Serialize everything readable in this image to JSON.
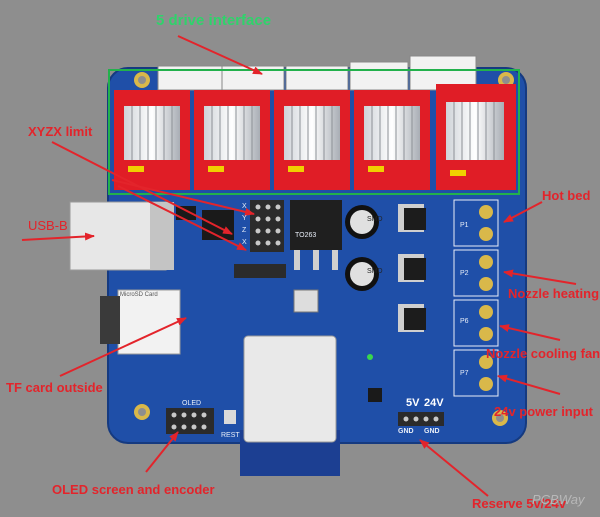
{
  "labels": {
    "drive_interface": "5 drive interface",
    "xyzx_limit": "XYZX limit",
    "usb_b": "USB-B",
    "tf_card": "TF card outside",
    "oled_encoder": "OLED screen and encoder",
    "hot_bed": "Hot bed",
    "nozzle_heating": "Nozzle heating",
    "nozzle_cooling_fan": "Nozzle cooling fan",
    "power_input": "24v power input",
    "reserve": "Reserve 5v/24v"
  },
  "board_text": {
    "v5": "5V",
    "v24": "24V",
    "gnd_left": "GND",
    "gnd_right": "GND",
    "oled": "OLED",
    "rest": "REST",
    "to263": "TO263",
    "smd1": "SMD",
    "smd2": "SMD",
    "p1": "P1",
    "p2": "P2",
    "p6": "P6",
    "p7": "P7",
    "x": "X",
    "y": "Y",
    "z": "Z",
    "x2": "X",
    "micro_sd": "MicroSD Card"
  },
  "watermark": "PCBWay",
  "colors": {
    "background": "#8e8e8e",
    "pcb": "#1f4fa8",
    "driver": "#e01d26",
    "annotation": "#e3242b",
    "title_green": "#2fd36b",
    "frame_green": "#22b14c"
  }
}
